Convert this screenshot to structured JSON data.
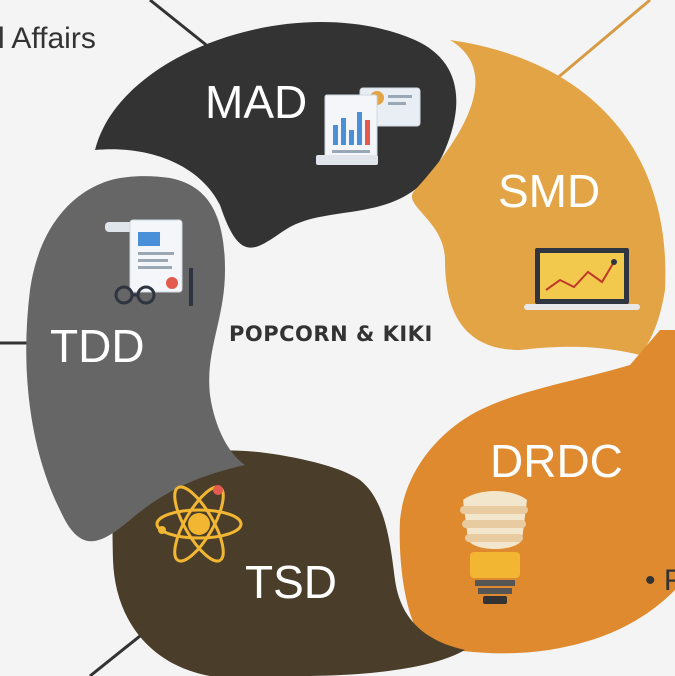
{
  "center_title": "POPCORN & KIKI",
  "edge_text_top": "l Affairs",
  "edge_text_right": "• F",
  "segments": [
    {
      "label": "MAD",
      "color": "#333333",
      "icon": "report-documents-icon"
    },
    {
      "label": "SMD",
      "color": "#E3A445",
      "icon": "laptop-chart-icon"
    },
    {
      "label": "DRDC",
      "color": "#DF8A2E",
      "icon": "lightbulb-icon"
    },
    {
      "label": "TSD",
      "color": "#4A3E2A",
      "icon": "atom-icon"
    },
    {
      "label": "TDD",
      "color": "#666666",
      "icon": "certificate-glasses-icon"
    }
  ],
  "colors": {
    "background": "#f4f4f4",
    "line": "#333333",
    "gold_line": "#D79B45"
  }
}
